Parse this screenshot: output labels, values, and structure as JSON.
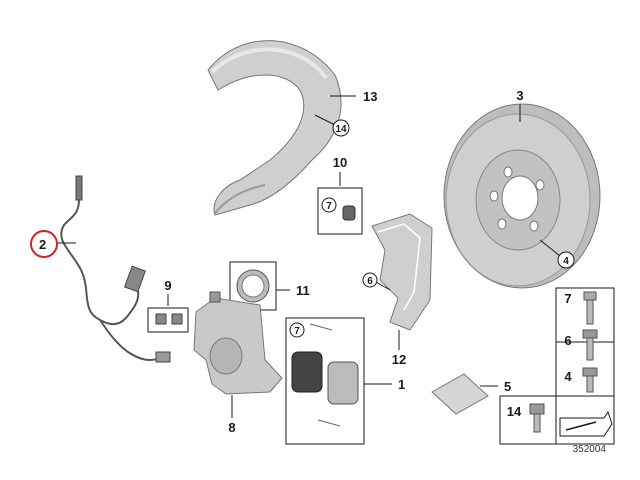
{
  "diagram": {
    "callouts": {
      "brake_pad_set": "1",
      "wear_sensor": "2",
      "brake_disc": "3",
      "disc_bolt": "4",
      "grease_pack": "5",
      "bolt_6": "6",
      "bolt_7": "7",
      "caliper": "8",
      "bleeder_valve": "9",
      "guide_bolt": "10",
      "repair_kit": "11",
      "caliper_carrier": "12",
      "dust_shield": "13",
      "screw_14": "14"
    },
    "inline_refs": {
      "shield_14": "14",
      "guide_7": "7",
      "carrier_6": "6",
      "disc_4": "4",
      "pads_7": "7"
    },
    "catalog_number": "352004",
    "colors": {
      "highlight": "#d42020",
      "line": "#1a1a1a",
      "part_fill": "#c9c9c9"
    }
  }
}
